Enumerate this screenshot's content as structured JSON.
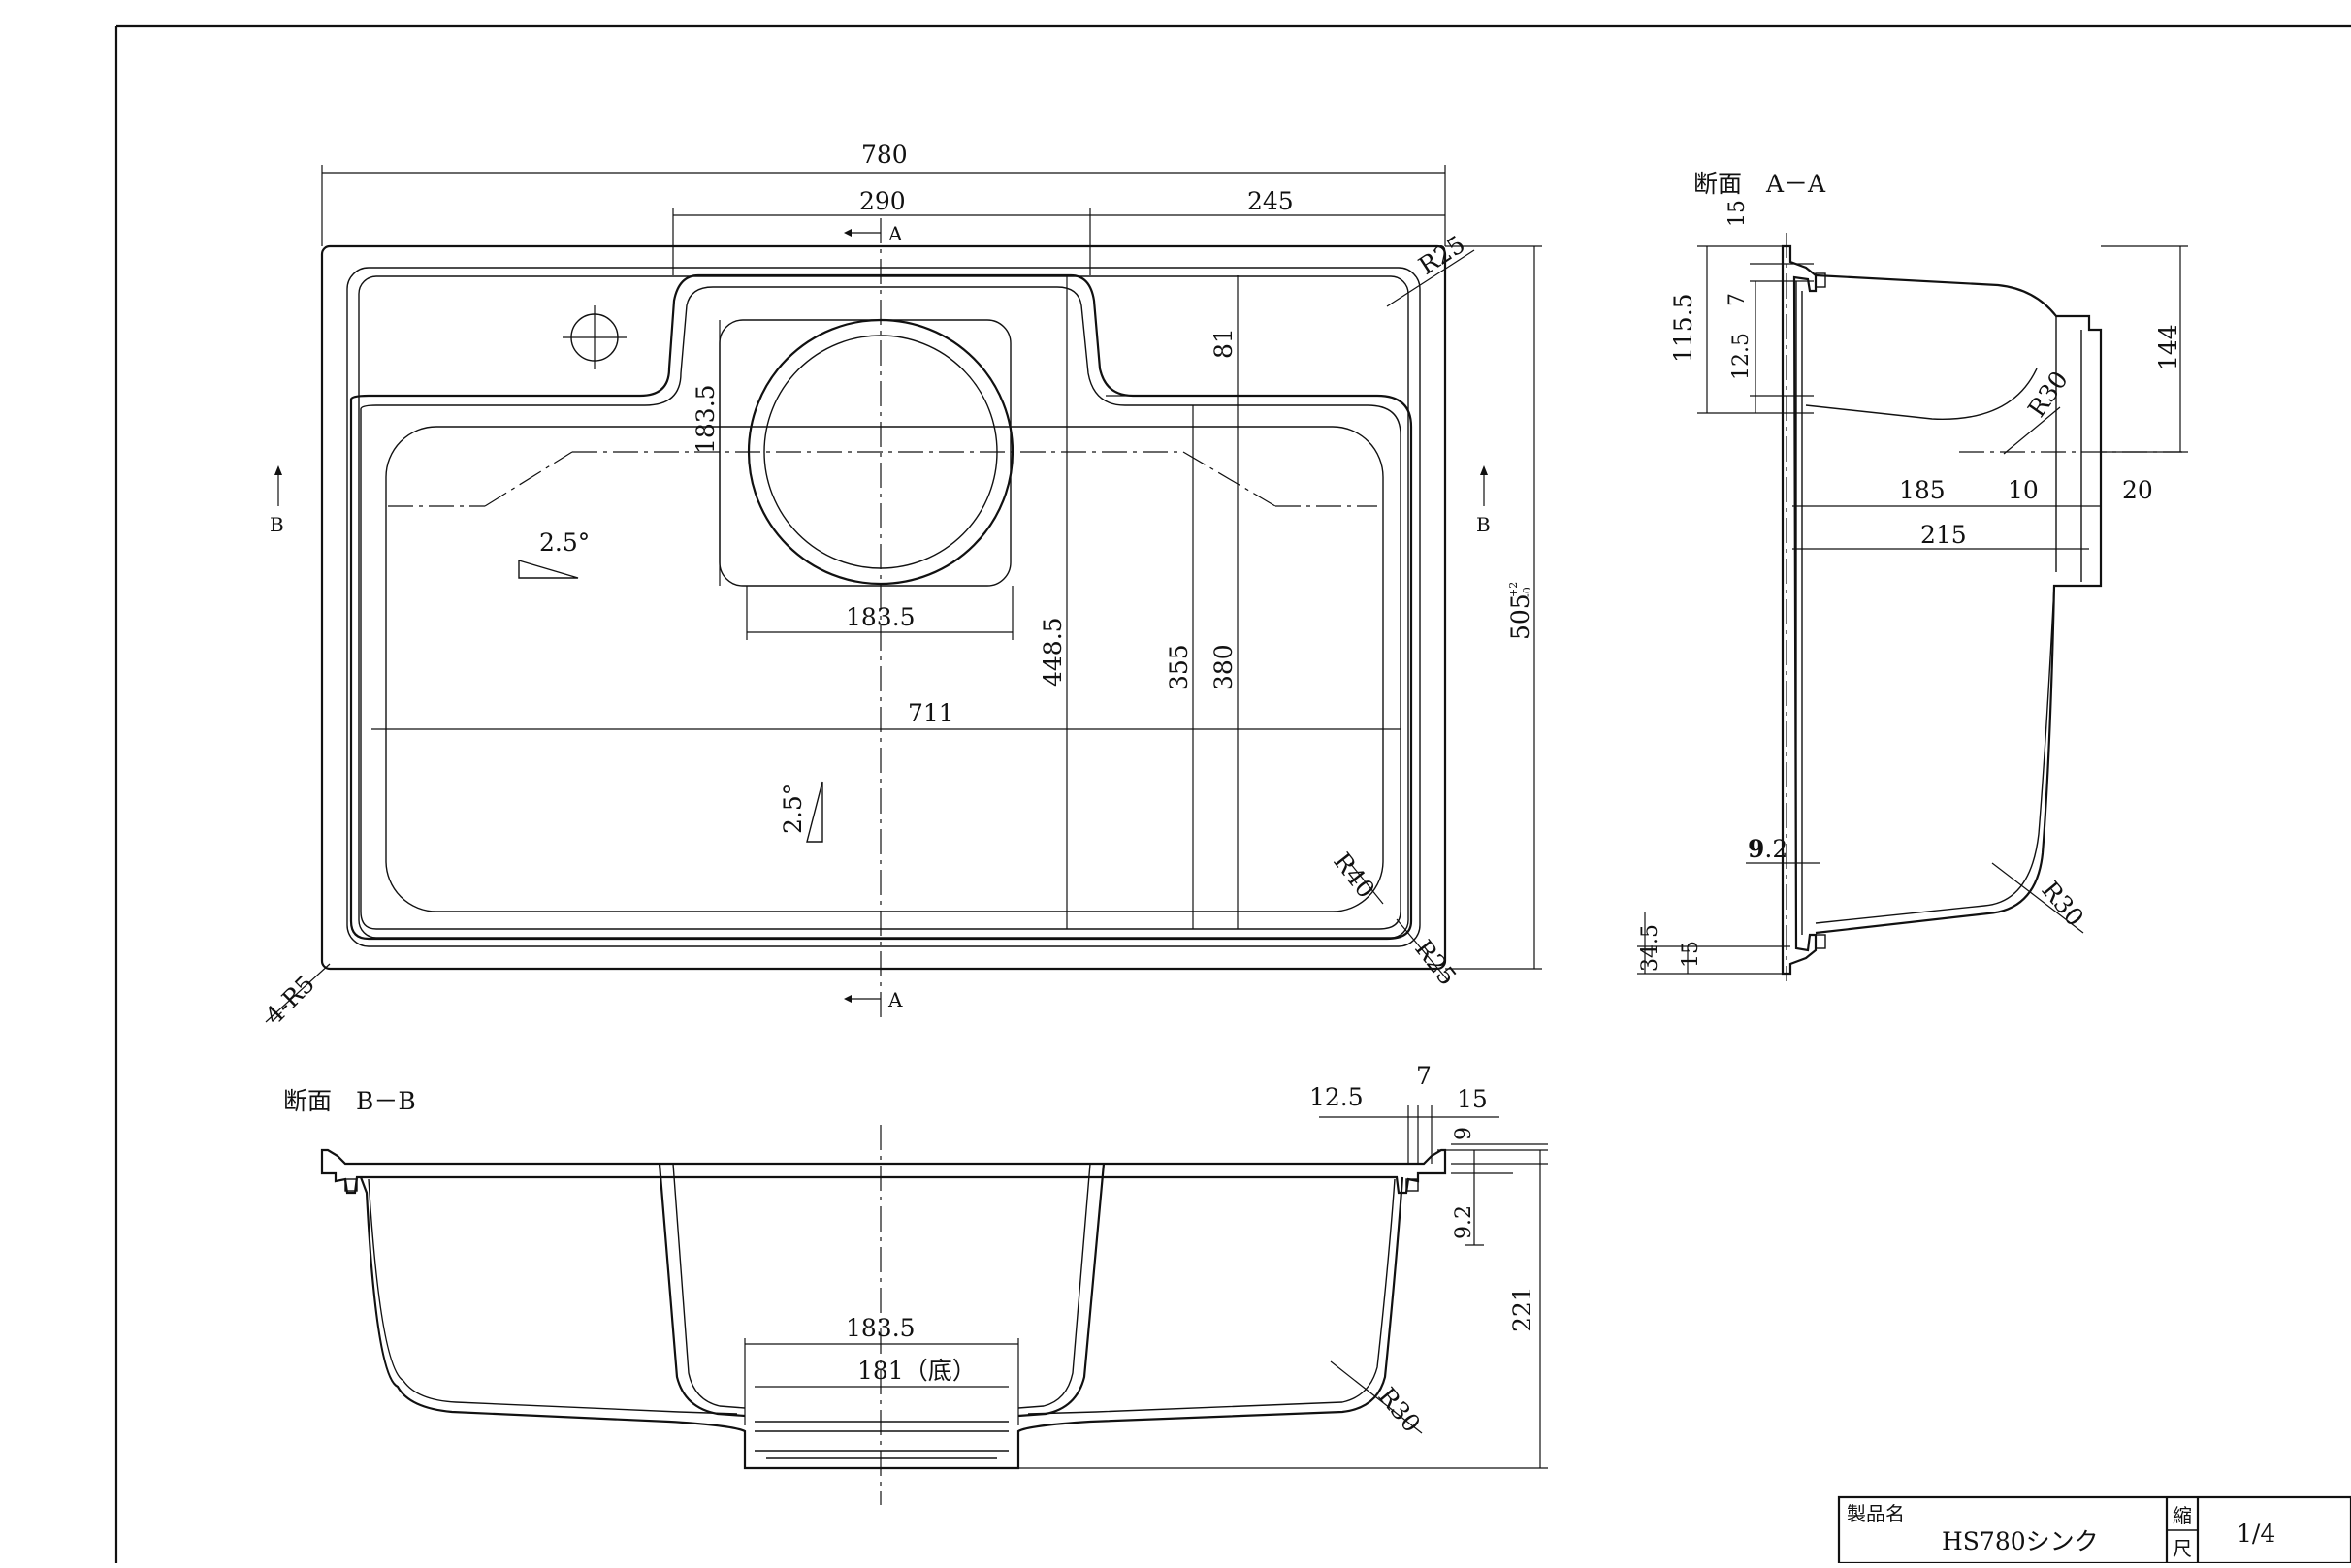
{
  "sections": {
    "aa_title": "断面　A－A",
    "bb_title": "断面　B－B",
    "section_a": "A",
    "section_b": "B"
  },
  "plan": {
    "width": "780",
    "d290": "290",
    "d245": "245",
    "r25_top": "R25",
    "r25_bottom": "R25",
    "r40": "R40",
    "corner": "4-R5",
    "d81": "81",
    "d1835_v": "183.5",
    "d1835_h": "183.5",
    "d4485": "448.5",
    "d355": "355",
    "d380": "380",
    "d711": "711",
    "slope1": "2.5°",
    "slope2": "2.5°",
    "depth_base": "505",
    "depth_tol_plus": "+2",
    "depth_tol_minus": "-0"
  },
  "section_aa": {
    "d15_top": "15",
    "d1155": "115.5",
    "d7": "7",
    "d125": "12.5",
    "r30_top": "R30",
    "d144": "144",
    "d185": "185",
    "d10": "10",
    "d20": "20",
    "d215": "215",
    "d92_bold": "9",
    "d92_rest": ".2",
    "r30_bottom": "R30",
    "d345": "34.5",
    "d15_bottom": "15"
  },
  "section_bb": {
    "d125": "12.5",
    "d7": "7",
    "d15": "15",
    "d9": "9",
    "d92": "9.2",
    "d221": "221",
    "d1835": "183.5",
    "d181": "181（底）",
    "r30": "R30"
  },
  "title_block": {
    "product_label": "製品名",
    "product_name": "HS780シンク",
    "scale_label_1": "縮",
    "scale_label_2": "尺",
    "scale_value": "1/4"
  }
}
